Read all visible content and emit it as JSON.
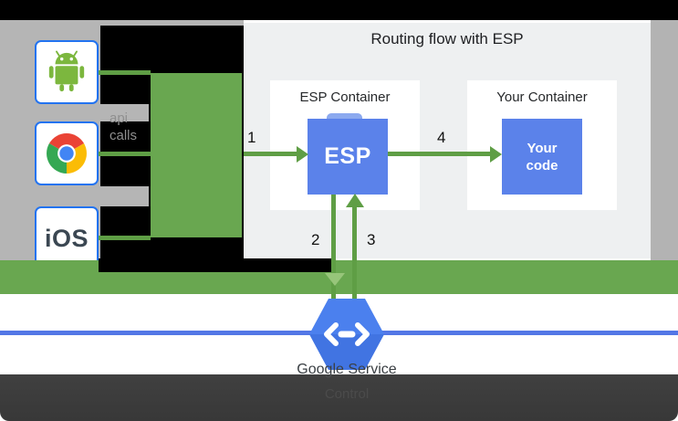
{
  "panel": {
    "title": "Routing flow with ESP",
    "containers": [
      {
        "title": "ESP Container",
        "box_label": "ESP"
      },
      {
        "title": "Your Container",
        "box_label": "Your code"
      }
    ],
    "steps": [
      "1",
      "2",
      "3",
      "4"
    ]
  },
  "left": {
    "devices": [
      {
        "name": "android"
      },
      {
        "name": "chrome"
      },
      {
        "name": "ios",
        "label": "iOS"
      }
    ],
    "api_calls": [
      "api",
      "calls"
    ]
  },
  "footer": {
    "service_label_line1": "Google Service",
    "service_label_line2": "Control"
  },
  "icons": {
    "hexagon": "cloud-endpoints-icon",
    "android": "android-robot-icon",
    "chrome": "chrome-browser-icon"
  },
  "colors": {
    "green_bar": "#69A750",
    "green_line": "#5F9E45",
    "green_arrow_light": "#97C57A",
    "blue_box": "#5B82EA",
    "hexagon_blue": "#4B80EE",
    "network_line_blue": "#5377E6",
    "gray_background": "#B5B5B5",
    "panel_background": "#EEF0F1",
    "dark_bar": "#3D3D3D",
    "device_border": "#2273F0"
  }
}
